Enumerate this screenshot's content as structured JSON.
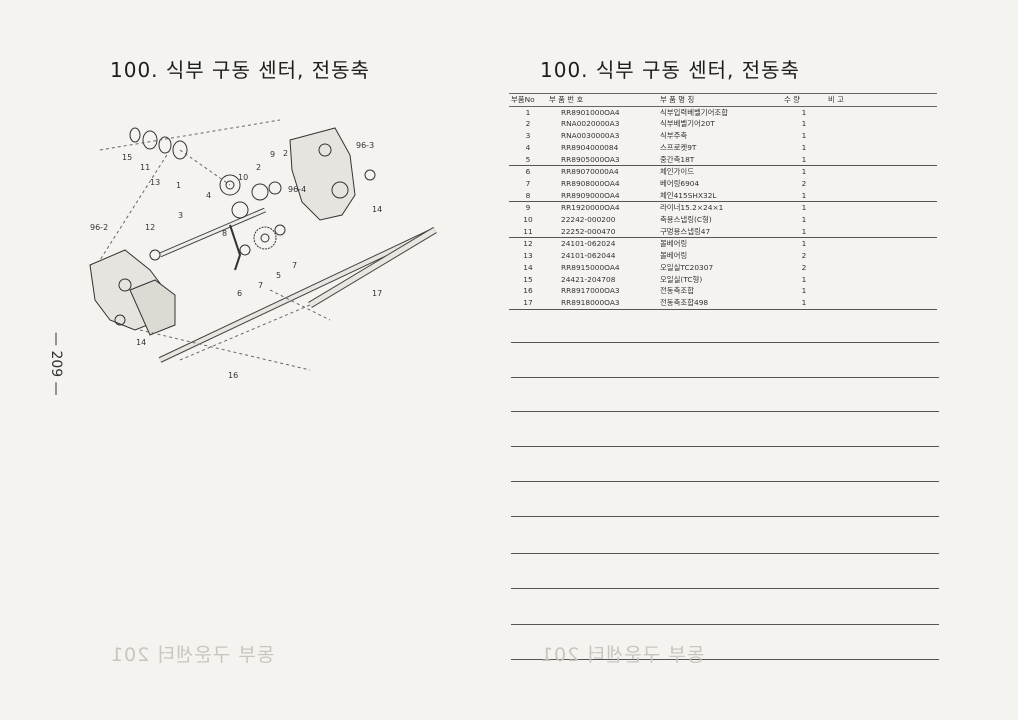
{
  "left_title": "100. 식부 구동 센터, 전동축",
  "right_title": "100. 식부 구동 센터, 전동축",
  "page_number": "— 209 —",
  "diagram_labels": [
    "15",
    "11",
    "13",
    "1",
    "10",
    "2",
    "9",
    "96-3",
    "96-4",
    "14",
    "4",
    "3",
    "12",
    "96-2",
    "8",
    "6",
    "7",
    "5",
    "7",
    "17",
    "14",
    "16",
    "2"
  ],
  "table": {
    "headers": [
      "부품No",
      "부 품 번 호",
      "부 품 명 칭",
      "수 량",
      "비 고"
    ],
    "rows": [
      {
        "no": "1",
        "code": "RR8901000OA4",
        "name": "식부입력베벨기어조합",
        "qty": "1"
      },
      {
        "no": "2",
        "code": "RNA0020000A3",
        "name": "식부베벨기어20T",
        "qty": "1"
      },
      {
        "no": "3",
        "code": "RNA0030000A3",
        "name": "식부주축",
        "qty": "1"
      },
      {
        "no": "4",
        "code": "RR8904000084",
        "name": "스프로켓9T",
        "qty": "1"
      },
      {
        "no": "5",
        "code": "RR8905000OA3",
        "name": "중간축18T",
        "qty": "1"
      },
      {
        "no": "6",
        "code": "RR89070000A4",
        "name": "체인가이드",
        "qty": "1"
      },
      {
        "no": "7",
        "code": "RR8908000OA4",
        "name": "베어링6904",
        "qty": "2"
      },
      {
        "no": "8",
        "code": "RR8909000OA4",
        "name": "체인415SHX32L",
        "qty": "1"
      },
      {
        "no": "9",
        "code": "RR1920000OA4",
        "name": "라이너15.2×24×1",
        "qty": "1"
      },
      {
        "no": "10",
        "code": "22242-000200",
        "name": "축용스냅링(C형)",
        "qty": "1"
      },
      {
        "no": "11",
        "code": "22252-000470",
        "name": "구멍용스냅링47",
        "qty": "1"
      },
      {
        "no": "12",
        "code": "24101-062024",
        "name": "볼베어링",
        "qty": "1"
      },
      {
        "no": "13",
        "code": "24101-062044",
        "name": "볼베어링",
        "qty": "2"
      },
      {
        "no": "14",
        "code": "RR8915000OA4",
        "name": "오일실TC20307",
        "qty": "2"
      },
      {
        "no": "15",
        "code": "24421-204708",
        "name": "오일실(TC형)",
        "qty": "1"
      },
      {
        "no": "16",
        "code": "RR8917000OA3",
        "name": "전동축조합",
        "qty": "1"
      },
      {
        "no": "17",
        "code": "RR8918000OA3",
        "name": "전동축조합498",
        "qty": "1"
      }
    ]
  },
  "ghost_text_left": "동부 구운센터 201",
  "ghost_text_right": "동부 구운센터 201"
}
